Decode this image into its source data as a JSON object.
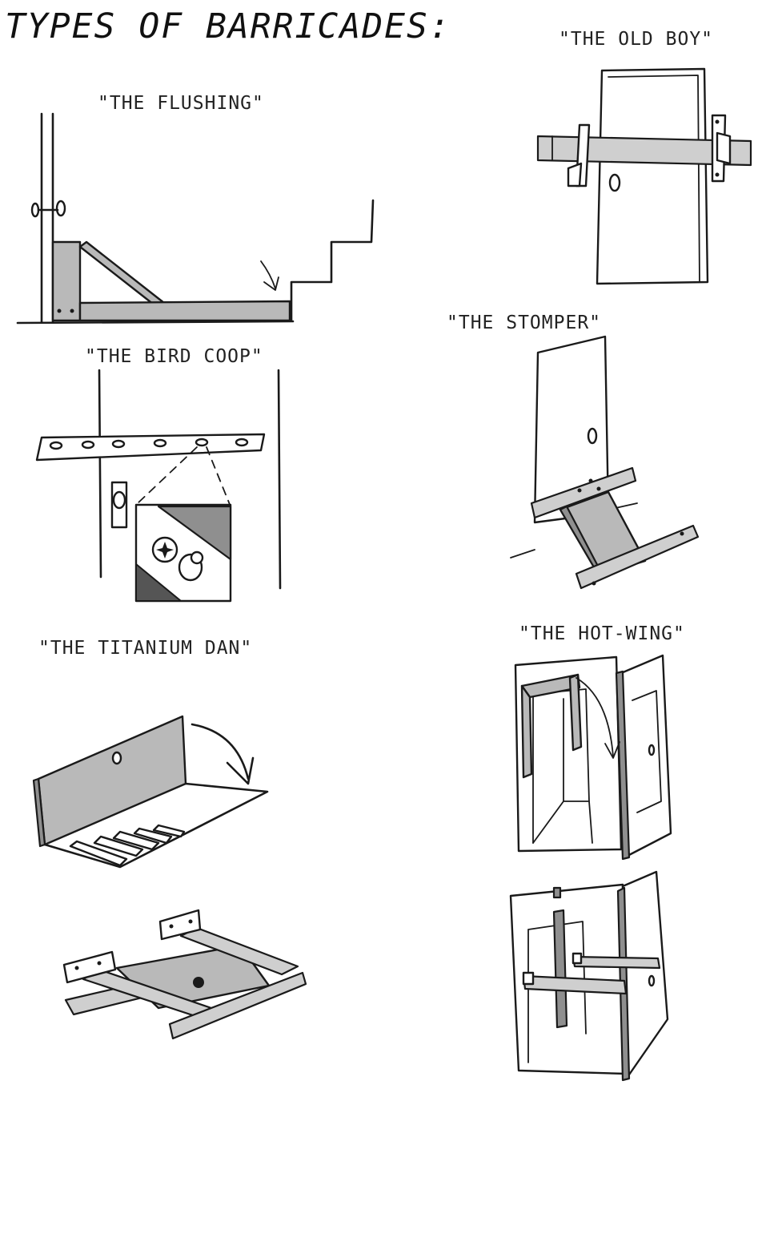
{
  "title": "TYPES OF BARRICADES:",
  "captions": {
    "flushing": "\"THE FLUSHING\"",
    "old_boy": "\"THE OLD BOY\"",
    "stomper": "\"THE STOMPER\"",
    "bird_coop": "\"THE BIRD COOP\"",
    "titanium_dan": "\"THE TITANIUM DAN\"",
    "hot_wing": "\"THE HOT-WING\""
  }
}
